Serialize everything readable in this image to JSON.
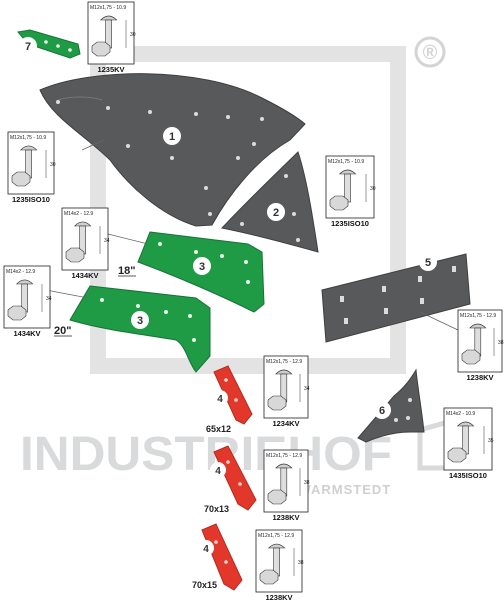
{
  "watermark": {
    "brand": "INDUSTRIEHOF",
    "city": "SCHWARMSTEDT",
    "registered": "®"
  },
  "parts": [
    {
      "number": "1"
    },
    {
      "number": "2"
    },
    {
      "number": "3",
      "size": "18\""
    },
    {
      "number": "3",
      "size": "20\""
    },
    {
      "number": "4",
      "size": "65x12"
    },
    {
      "number": "4",
      "size": "70x13"
    },
    {
      "number": "4",
      "size": "70x15"
    },
    {
      "number": "5"
    },
    {
      "number": "6"
    },
    {
      "number": "7"
    }
  ],
  "bolts": [
    {
      "spec": "M12x1,75 - 10.9",
      "length": "30",
      "code": "1235KV"
    },
    {
      "spec": "M12x1,75 - 10.9",
      "length": "30",
      "code": "1235ISO10"
    },
    {
      "spec": "M12x1,75 - 10.9",
      "length": "30",
      "code": "1235ISO10"
    },
    {
      "spec": "M14x2 - 12.9",
      "length": "34",
      "code": "1434KV"
    },
    {
      "spec": "M14x2 - 12.9",
      "length": "34",
      "code": "1434KV"
    },
    {
      "spec": "M12x1,75 - 12.9",
      "length": "38",
      "code": "1238KV"
    },
    {
      "spec": "M12x1,75 - 12.9",
      "length": "34",
      "code": "1234KV"
    },
    {
      "spec": "M12x1,75 - 12.9",
      "length": "38",
      "code": "1238KV"
    },
    {
      "spec": "M14x2 - 10.9",
      "length": "35",
      "code": "1435ISO10"
    },
    {
      "spec": "M12x1,75 - 12.9",
      "length": "38",
      "code": "1238KV"
    }
  ],
  "colors": {
    "grey_part": "#58595b",
    "green_part": "#1f9a45",
    "red_part": "#e2382b",
    "watermark": "#d9dadb"
  }
}
